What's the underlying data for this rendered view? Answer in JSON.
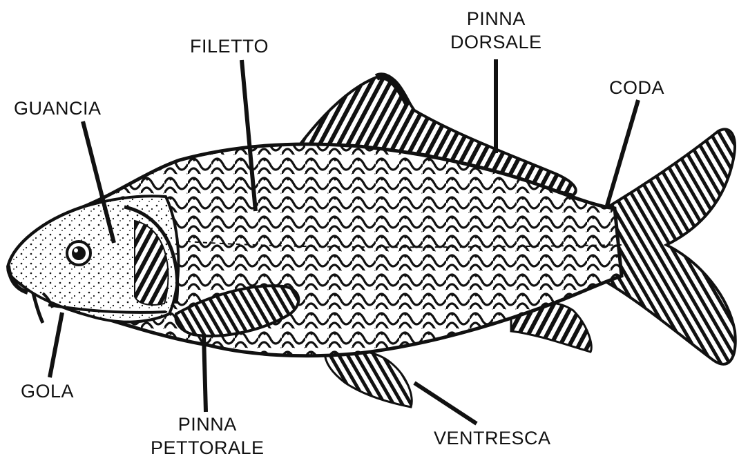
{
  "diagram": {
    "labels": {
      "guancia": "GUANCIA",
      "filetto": "FILETTO",
      "pinna_dorsale_1": "PINNA",
      "pinna_dorsale_2": "DORSALE",
      "coda": "CODA",
      "gola": "GOLA",
      "pinna_pettorale_1": "PINNA",
      "pinna_pettorale_2": "PETTORALE",
      "ventresca": "VENTRESCA"
    },
    "colors": {
      "ink": "#111111",
      "body": "#ffffff",
      "background": "#ffffff"
    }
  }
}
